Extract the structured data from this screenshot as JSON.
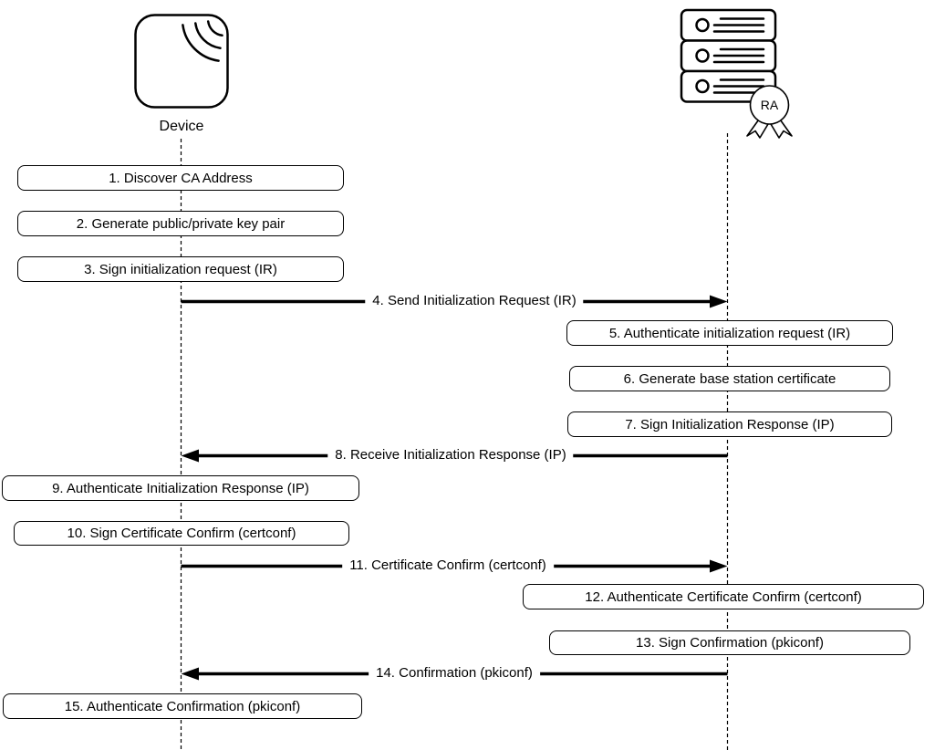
{
  "diagram": {
    "type": "sequence-diagram",
    "topic": "CMP certificate enrollment between a wireless device and an RA server",
    "colors": {
      "line": "#000000",
      "background": "#ffffff"
    }
  },
  "actors": {
    "device": {
      "label": "Device",
      "icon": "wireless-device-icon"
    },
    "ra": {
      "badge": "RA",
      "icon": "server-stack-icon"
    }
  },
  "steps": [
    {
      "label": "1. Discover CA Address",
      "kind": "action",
      "actor": "Device"
    },
    {
      "label": "2. Generate public/private key pair",
      "kind": "action",
      "actor": "Device"
    },
    {
      "label": "3. Sign initialization request (IR)",
      "kind": "action",
      "actor": "Device"
    },
    {
      "label": "4. Send Initialization Request (IR)",
      "kind": "message",
      "from": "Device",
      "to": "RA"
    },
    {
      "label": "5. Authenticate initialization request (IR)",
      "kind": "action",
      "actor": "RA"
    },
    {
      "label": "6. Generate base station certificate",
      "kind": "action",
      "actor": "RA"
    },
    {
      "label": "7. Sign Initialization Response (IP)",
      "kind": "action",
      "actor": "RA"
    },
    {
      "label": "8. Receive Initialization Response (IP)",
      "kind": "message",
      "from": "RA",
      "to": "Device"
    },
    {
      "label": "9. Authenticate Initialization Response (IP)",
      "kind": "action",
      "actor": "Device"
    },
    {
      "label": "10. Sign Certificate Confirm (certconf)",
      "kind": "action",
      "actor": "Device"
    },
    {
      "label": "11. Certificate Confirm (certconf)",
      "kind": "message",
      "from": "Device",
      "to": "RA"
    },
    {
      "label": "12. Authenticate Certificate Confirm (certconf)",
      "kind": "action",
      "actor": "RA"
    },
    {
      "label": "13. Sign Confirmation (pkiconf)",
      "kind": "action",
      "actor": "RA"
    },
    {
      "label": "14. Confirmation (pkiconf)",
      "kind": "message",
      "from": "RA",
      "to": "Device"
    },
    {
      "label": "15. Authenticate Confirmation (pkiconf)",
      "kind": "action",
      "actor": "Device"
    }
  ]
}
